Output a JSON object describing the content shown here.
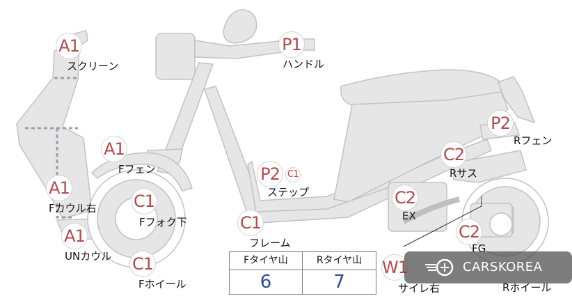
{
  "parts": {
    "screen": {
      "code": "A1",
      "label": "スクリーン"
    },
    "handle": {
      "code": "P1",
      "label": "ハンドル"
    },
    "f_fender": {
      "code": "A1",
      "label": "Fフェン"
    },
    "r_fender": {
      "code": "P2",
      "label": "Rフェン"
    },
    "f_cowl_r": {
      "code": "A1",
      "label": "Fカウル右"
    },
    "f_fork": {
      "code": "C1",
      "label": "Fフォク下"
    },
    "step": {
      "code": "P2",
      "code2": "C1",
      "label": "ステップ"
    },
    "r_sus": {
      "code": "C2",
      "label": "Rサス"
    },
    "ex": {
      "code": "C2",
      "label": "EX"
    },
    "frame": {
      "code": "C1",
      "label": "フレーム"
    },
    "un_cowl": {
      "code": "A1",
      "label": "UNカウル"
    },
    "f_wheel": {
      "code": "C1",
      "label": "Fホイール"
    },
    "fg": {
      "code": "C2",
      "label": "FG"
    },
    "muffler": {
      "code": "W1",
      "label": "サイレ右"
    },
    "r_wheel": {
      "label": "Rホイール"
    }
  },
  "tire_table": {
    "headers": [
      "Fタイヤ山",
      "Rタイヤ山"
    ],
    "values": [
      "6",
      "7"
    ]
  },
  "watermark": {
    "text": "CARSKOREA",
    "icon": "carskorea-logo-icon"
  },
  "colors": {
    "badge_text": "#b24a4a",
    "value_text": "#2a4f8f",
    "body_fill": "#e6e6e6",
    "outline": "#c4c4c4"
  }
}
